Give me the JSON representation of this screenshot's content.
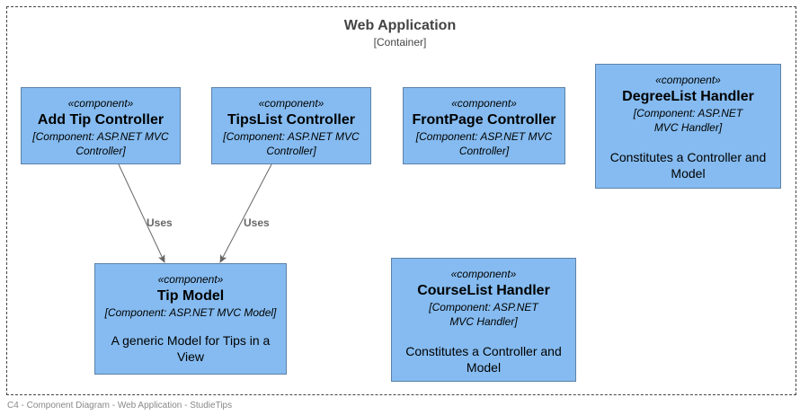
{
  "boundary": {
    "title": "Web Application",
    "type": "[Container]"
  },
  "components": {
    "add_tip": {
      "stereotype": "«component»",
      "name": "Add Tip Controller",
      "technology": "[Component: ASP.NET MVC Controller]"
    },
    "tipslist": {
      "stereotype": "«component»",
      "name": "TipsList Controller",
      "technology": "[Component: ASP.NET MVC Controller]"
    },
    "frontpage": {
      "stereotype": "«component»",
      "name": "FrontPage Controller",
      "technology": "[Component: ASP.NET MVC Controller]"
    },
    "degreelist": {
      "stereotype": "«component»",
      "name": "DegreeList Handler",
      "technology": "[Component: ASP.NET MVC Handler]",
      "description": "Constitutes a Controller and Model"
    },
    "tip_model": {
      "stereotype": "«component»",
      "name": "Tip Model",
      "technology": "[Component: ASP.NET MVC Model]",
      "description": "A generic Model for Tips in a View"
    },
    "courselist": {
      "stereotype": "«component»",
      "name": "CourseList Handler",
      "technology": "[Component: ASP.NET MVC Handler]",
      "description": "Constitutes a Controller and Model"
    }
  },
  "relations": [
    {
      "from": "Add Tip Controller",
      "to": "Tip Model",
      "label": "Uses"
    },
    {
      "from": "TipsList Controller",
      "to": "Tip Model",
      "label": "Uses"
    }
  ],
  "colors": {
    "component_fill": "#85bbf0",
    "component_border": "#5d82a8",
    "arrow": "#666666"
  },
  "footer": "C4 - Component Diagram - Web Application - StudieTips"
}
